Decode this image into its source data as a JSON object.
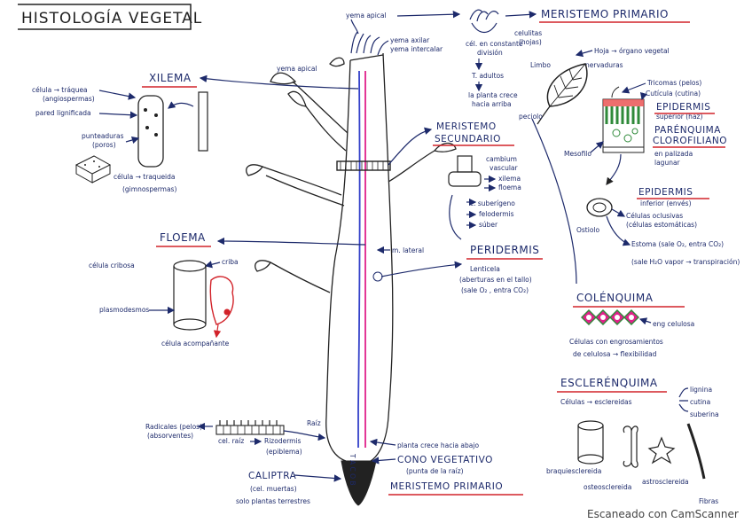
{
  "title": "HISTOLOGÍA VEGETAL",
  "watermark": "Escaneado con CamScanner",
  "colors": {
    "ink": "#1d2a6b",
    "underline": "#d2232a",
    "xylem": "#3340c9",
    "phloem": "#e0218a"
  },
  "plant": {
    "yema_apical": "yema apical",
    "yema_axilar": "yema axilar",
    "yema_intercalar": "yema intercalar",
    "m_lateral": "m. lateral",
    "raiz": "Raíz",
    "raiz_letters": "T A C O B",
    "planta_crece_abajo": "planta crece hacia abajo"
  },
  "meristemo_primario_top": {
    "heading": "MERISTEMO PRIMARIO",
    "celulitas": "celulitas",
    "hojas": "(hojas)",
    "cel_constante": "cél. en constante",
    "division": "división",
    "t_adultos": "T. adultos",
    "planta_crece_1": "la planta crece",
    "planta_crece_2": "hacia arriba"
  },
  "hoja": {
    "hoja_label": "Hoja → órgano vegetal",
    "limbo": "Limbo",
    "nervaduras": "nervaduras",
    "peciolo": "peciolo",
    "tricomas": "Tricomas (pelos)",
    "cuticula": "Cutícula (cutina)",
    "epidermis_sup": "EPIDERMIS",
    "epidermis_sup_sub": "superior (haz)",
    "parenquima": "PARÉNQUIMA",
    "clorofiliano": "CLOROFILIANO",
    "en_palizada": "en palizada",
    "lagunar": "lagunar",
    "mesofilo": "Mesofilo",
    "epidermis_inf": "EPIDERMIS",
    "epidermis_inf_sub": "inferior (envés)",
    "ostiolo": "Ostiolo",
    "celulas_oclusivas": "Células oclusivas",
    "celulas_estomaticas": "(células estomáticas)",
    "estoma": "Estoma (sale O₂, entra CO₂)",
    "estoma_2": "(sale H₂O vapor → transpiración)"
  },
  "xilema": {
    "heading": "XILEMA",
    "celula_traquea": "célula → tráquea",
    "angiospermas": "(angiospermas)",
    "pared": "pared lignificada",
    "punteaduras": "punteaduras",
    "poros": "(poros)",
    "celula_traqueida": "célula → traqueida",
    "gimnospermas": "(gimnospermas)"
  },
  "floema": {
    "heading": "FLOEMA",
    "celula_cribosa": "célula cribosa",
    "criba": "criba",
    "plasmodesmos": "plasmodesmos",
    "celula_acomp": "célula acompañante"
  },
  "meristemo_secundario": {
    "heading_1": "MERISTEMO",
    "heading_2": "SECUNDARIO",
    "cambium": "cambium",
    "vascular": "vascular",
    "xilema": "xilema",
    "floema": "floema",
    "c_suberigeno": "c. suberígeno",
    "felodermis": "felodermis",
    "suber": "súber"
  },
  "peridermis": {
    "heading": "PERIDERMIS",
    "lenticela": "Lenticela",
    "aberturas": "(aberturas en el tallo)",
    "sale": "(sale O₂ , entra CO₂)"
  },
  "colenquima": {
    "heading": "COLÉNQUIMA",
    "eng_celulosa": "eng celulosa",
    "line1": "Células con engrosamientos",
    "line2": "de celulosa → flexibilidad"
  },
  "esclerenquima": {
    "heading": "ESCLERÉNQUIMA",
    "celulas": "Células → esclereidas",
    "lignina": "lignina",
    "cutina": "cutina",
    "suberina": "suberina",
    "braquiesclereida": "braquiesclereida",
    "osteosclereida": "osteosclereida",
    "astrosclereida": "astrosclereida",
    "fibras": "Fibras"
  },
  "raiz_section": {
    "radicales": "Radicales (pelos)",
    "absorventes": "(absorventes)",
    "cel_raiz": "cel. raíz",
    "rizodermis": "Rizodermis",
    "epiblema": "(epiblema)",
    "caliptra": "CALIPTRA",
    "cel_muertas": "(cel. muertas)",
    "solo_plantas": "solo plantas terrestres",
    "cono_vegetativo": "CONO VEGETATIVO",
    "punta_raiz": "(punta de la raíz)",
    "meristemo_primario": "MERISTEMO PRIMARIO"
  }
}
